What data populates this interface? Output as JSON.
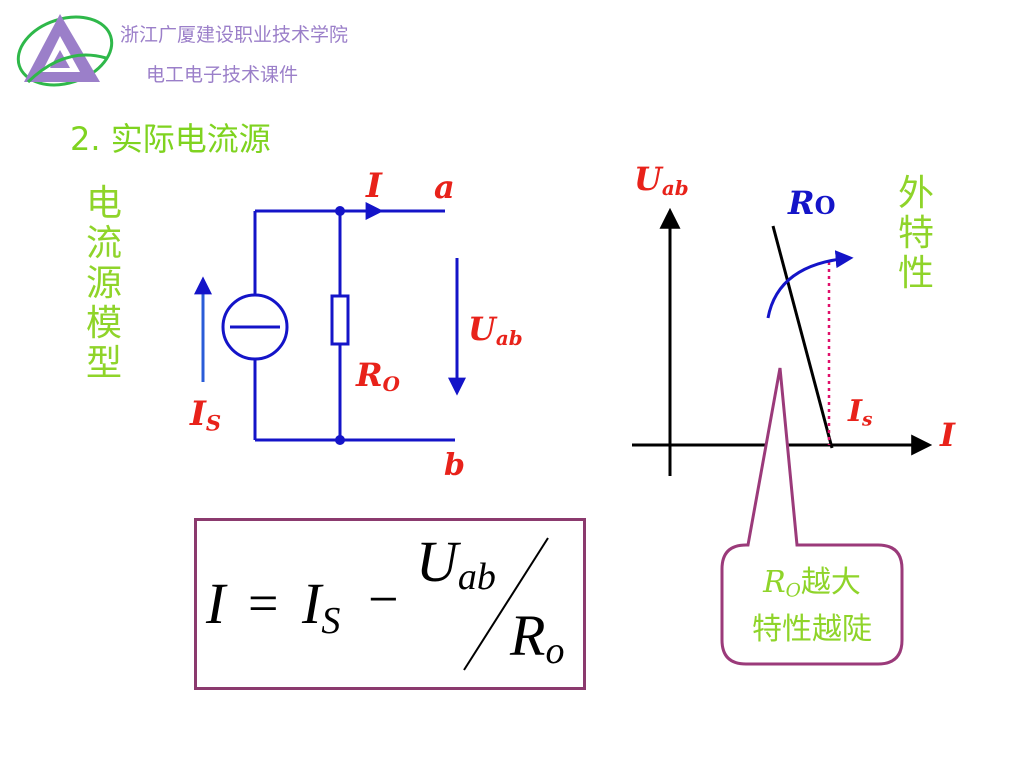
{
  "header": {
    "school": "浙江广厦建设职业技术学院",
    "course": "电工电子技术课件"
  },
  "section_title": "2. 实际电流源",
  "left_caption": [
    "电",
    "流",
    "源",
    "模",
    "型"
  ],
  "circuit": {
    "current_label": "I",
    "node_a": "a",
    "node_b": "b",
    "voltage_main": "U",
    "voltage_sub": "ab",
    "resistor_main": "R",
    "resistor_sub": "O",
    "source_main": "I",
    "source_sub": "S"
  },
  "graph": {
    "y_axis_main": "U",
    "y_axis_sub": "ab",
    "x_axis_label": "I",
    "ro_main": "R",
    "ro_sub": "O",
    "is_main": "I",
    "is_sub": "s",
    "side_caption": [
      "外",
      "特",
      "性"
    ]
  },
  "formula": {
    "lhs": "I",
    "equals": "=",
    "is_main": "I",
    "is_sub": "S",
    "minus": "−",
    "num_main": "U",
    "num_sub": "ab",
    "den_main": "R",
    "den_sub": "o"
  },
  "callout": {
    "r_main": "R",
    "r_sub": "O",
    "line1_rest": "越大",
    "line2": "特性越陡"
  },
  "colors": {
    "accent_green": "#8fd42a",
    "label_red": "#e8221a",
    "circuit_blue": "#1414c8",
    "box_purple": "#8b3a6e",
    "header_purple": "#9b7fc9"
  }
}
